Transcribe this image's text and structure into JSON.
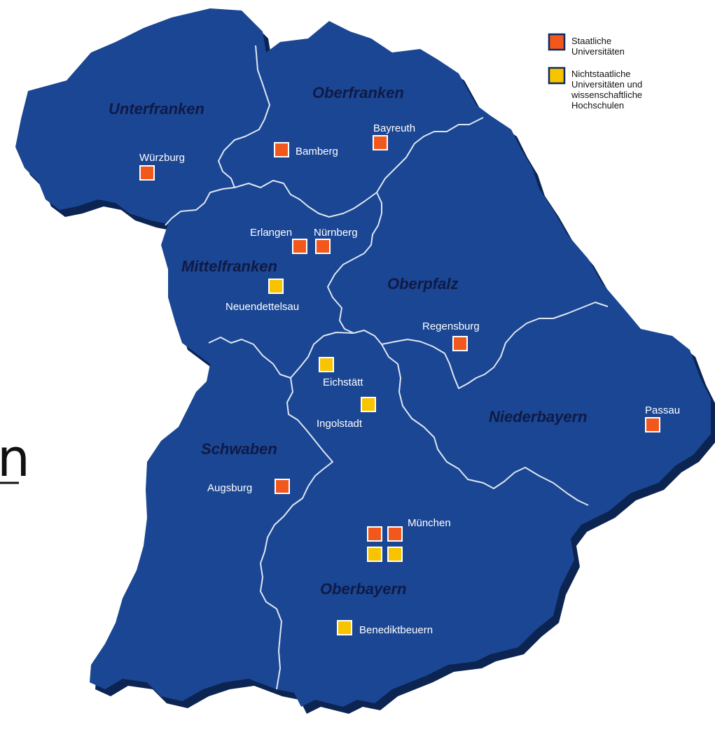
{
  "colors": {
    "land": "#1a4694",
    "land_shadow": "#0c2452",
    "border": "#dfe6f2",
    "region_text": "#101a44",
    "city_text": "#ffffff",
    "state_university": "#f2581c",
    "non_state_university": "#f8c400",
    "legend_text": "#111111"
  },
  "legend": {
    "items": [
      {
        "color_key": "state_university",
        "lines": [
          "Staatliche",
          "Universitäten"
        ]
      },
      {
        "color_key": "non_state_university",
        "lines": [
          "Nichtstaatliche",
          "Universitäten und",
          "wissenschaftliche",
          "Hochschulen"
        ]
      }
    ]
  },
  "regions": [
    {
      "name": "Unterfranken"
    },
    {
      "name": "Oberfranken"
    },
    {
      "name": "Mittelfranken"
    },
    {
      "name": "Oberpfalz"
    },
    {
      "name": "Niederbayern"
    },
    {
      "name": "Schwaben"
    },
    {
      "name": "Oberbayern"
    }
  ],
  "cities": [
    {
      "name": "Würzburg",
      "markers": [
        "state_university"
      ]
    },
    {
      "name": "Bamberg",
      "markers": [
        "state_university"
      ]
    },
    {
      "name": "Bayreuth",
      "markers": [
        "state_university"
      ]
    },
    {
      "name": "Erlangen",
      "markers": [
        "state_university"
      ]
    },
    {
      "name": "Nürnberg",
      "markers": [
        "state_university"
      ]
    },
    {
      "name": "Neuendettelsau",
      "markers": [
        "non_state_university"
      ]
    },
    {
      "name": "Regensburg",
      "markers": [
        "state_university"
      ]
    },
    {
      "name": "Eichstätt",
      "markers": [
        "non_state_university"
      ]
    },
    {
      "name": "Ingolstadt",
      "markers": [
        "non_state_university"
      ]
    },
    {
      "name": "Passau",
      "markers": [
        "state_university"
      ]
    },
    {
      "name": "Augsburg",
      "markers": [
        "state_university"
      ]
    },
    {
      "name": "München",
      "markers": [
        "state_university",
        "state_university",
        "non_state_university",
        "non_state_university"
      ]
    },
    {
      "name": "Benediktbeuern",
      "markers": [
        "non_state_university"
      ]
    }
  ],
  "stray_glyph": "n"
}
